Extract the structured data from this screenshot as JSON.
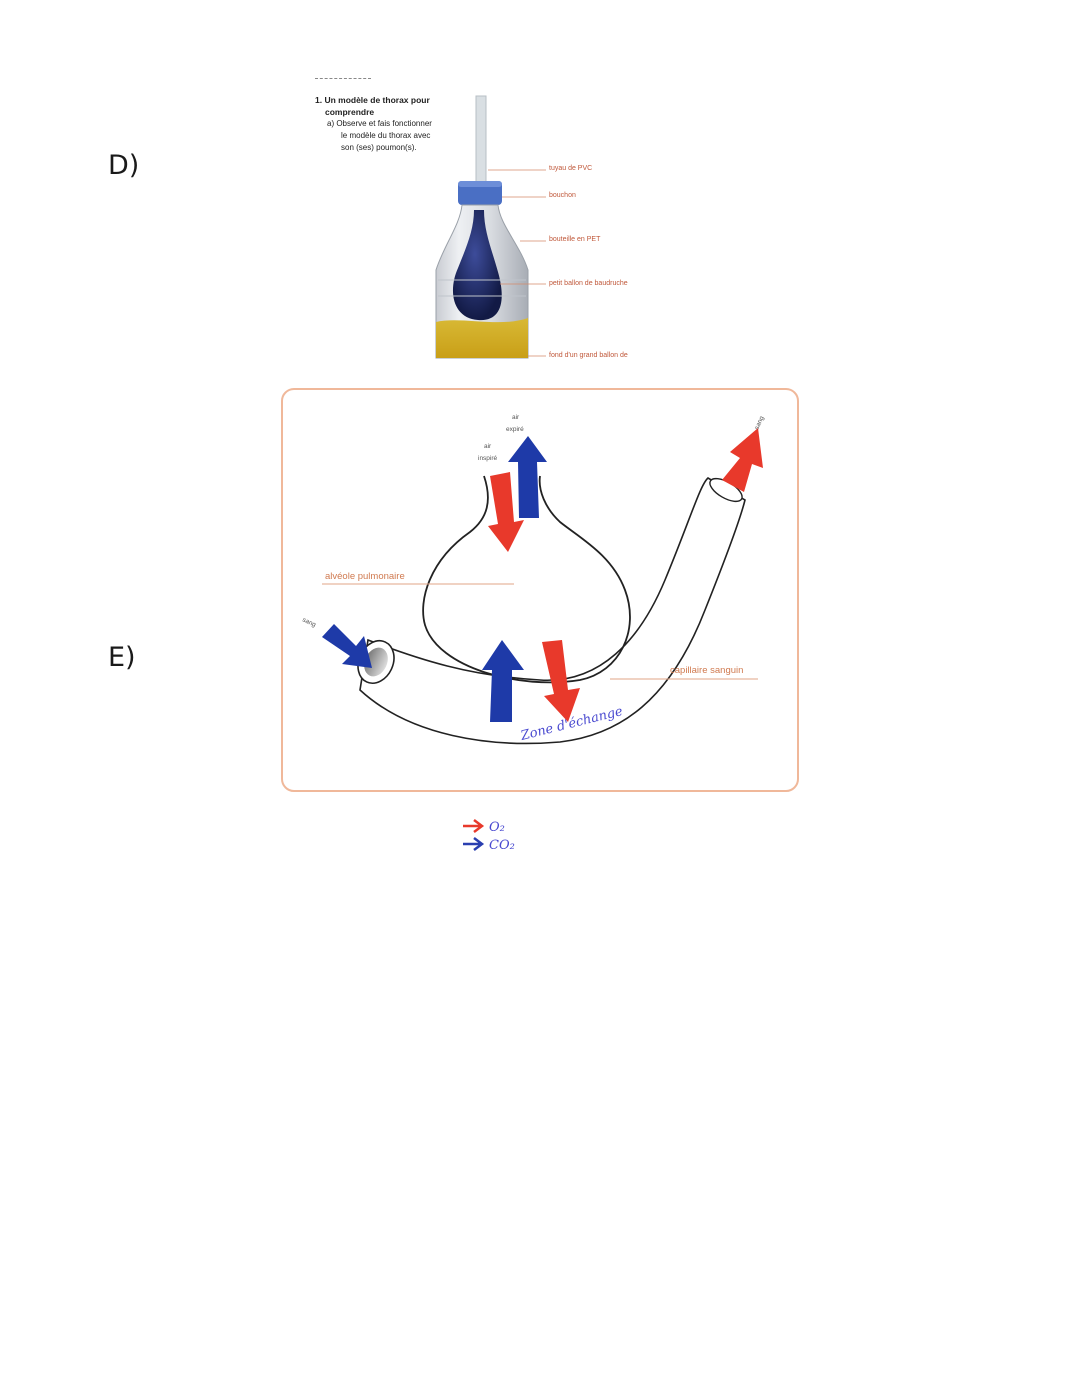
{
  "sections": {
    "d_label": "D)",
    "e_label": "E)"
  },
  "textbook": {
    "heading_line1": "1. Un modèle de thorax pour",
    "heading_line2": "comprendre",
    "instruction_line1": "a) Observe et fais fonctionner",
    "instruction_line2": "le modèle du thorax avec",
    "instruction_line3": "son (ses) poumon(s)."
  },
  "bottle_labels": {
    "tube": "tuyau de PVC",
    "cap": "bouchon",
    "bottle": "bouteille en PET",
    "balloon": "petit ballon de baudruche",
    "base": "fond d'un grand ballon de"
  },
  "alveolus_diagram": {
    "air_inspire_1": "air",
    "air_inspire_2": "inspiré",
    "air_expire_1": "air",
    "air_expire_2": "expiré",
    "alveole": "alvéole pulmonaire",
    "sang_left": "sang",
    "sang_right": "sang",
    "capillaire": "capillaire sanguin",
    "zone": "Zone d'échange"
  },
  "legend": {
    "o2": "O₂",
    "co2": "CO₂"
  },
  "colors": {
    "o2_red": "#e8392b",
    "co2_blue": "#1e3aa8",
    "frame_orange": "#f0b89a",
    "handwriting_blue": "#4a4ad0"
  }
}
